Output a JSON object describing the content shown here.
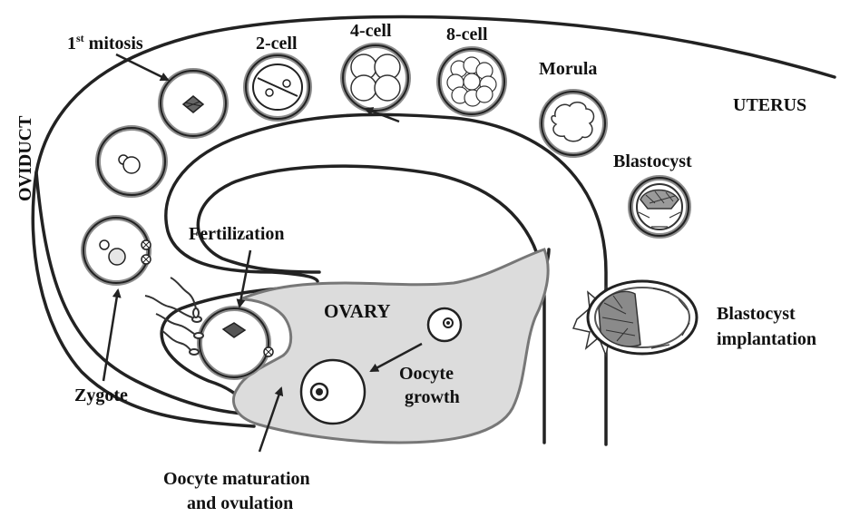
{
  "labels": {
    "oviduct": "OVIDUCT",
    "uterus": "UTERUS",
    "ovary": "OVARY",
    "first_mitosis_num": "1",
    "first_mitosis_sup": "st",
    "first_mitosis_text": " mitosis",
    "two_cell": "2-cell",
    "four_cell": "4-cell",
    "eight_cell": "8-cell",
    "morula": "Morula",
    "blastocyst": "Blastocyst",
    "blastocyst_implantation_line1": "Blastocyst",
    "blastocyst_implantation_line2": "implantation",
    "fertilization": "Fertilization",
    "zygote": "Zygote",
    "oocyte_growth_line1": "Oocyte",
    "oocyte_growth_line2": "growth",
    "oocyte_maturation_line1": "Oocyte maturation",
    "oocyte_maturation_line2": "and ovulation"
  },
  "colors": {
    "line": "#222222",
    "ovary_fill": "#dcdcdc",
    "ring_gray": "#8c8c8c",
    "cell_fill": "#ffffff"
  },
  "icons": [
    "arrow-icon",
    "sperm-icon",
    "spindle-icon",
    "starburst-icon"
  ]
}
